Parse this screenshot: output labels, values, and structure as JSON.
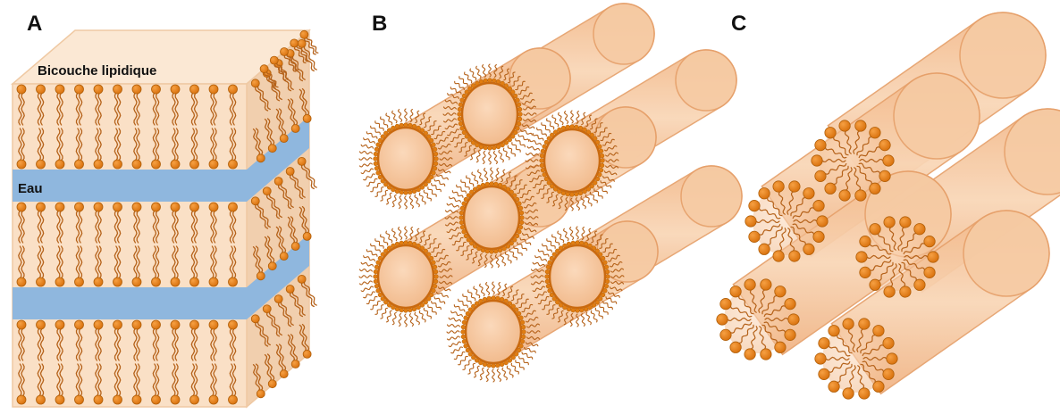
{
  "panels": [
    {
      "letter": "A"
    },
    {
      "letter": "B"
    },
    {
      "letter": "C"
    }
  ],
  "labels": {
    "bilayer": "Bicouche lipidique",
    "water": "Eau"
  },
  "colors": {
    "lipid_head": "#e07d12",
    "lipid_head_edge": "#b05e08",
    "lipid_tail": "#b5621a",
    "cylinder_fill": "#f7c8a0",
    "cylinder_edge": "#e6a06a",
    "block_front": "#fae0c6",
    "block_side": "#f1cfae",
    "block_top": "#fbe8d4",
    "water_band": "#8fb7de"
  }
}
